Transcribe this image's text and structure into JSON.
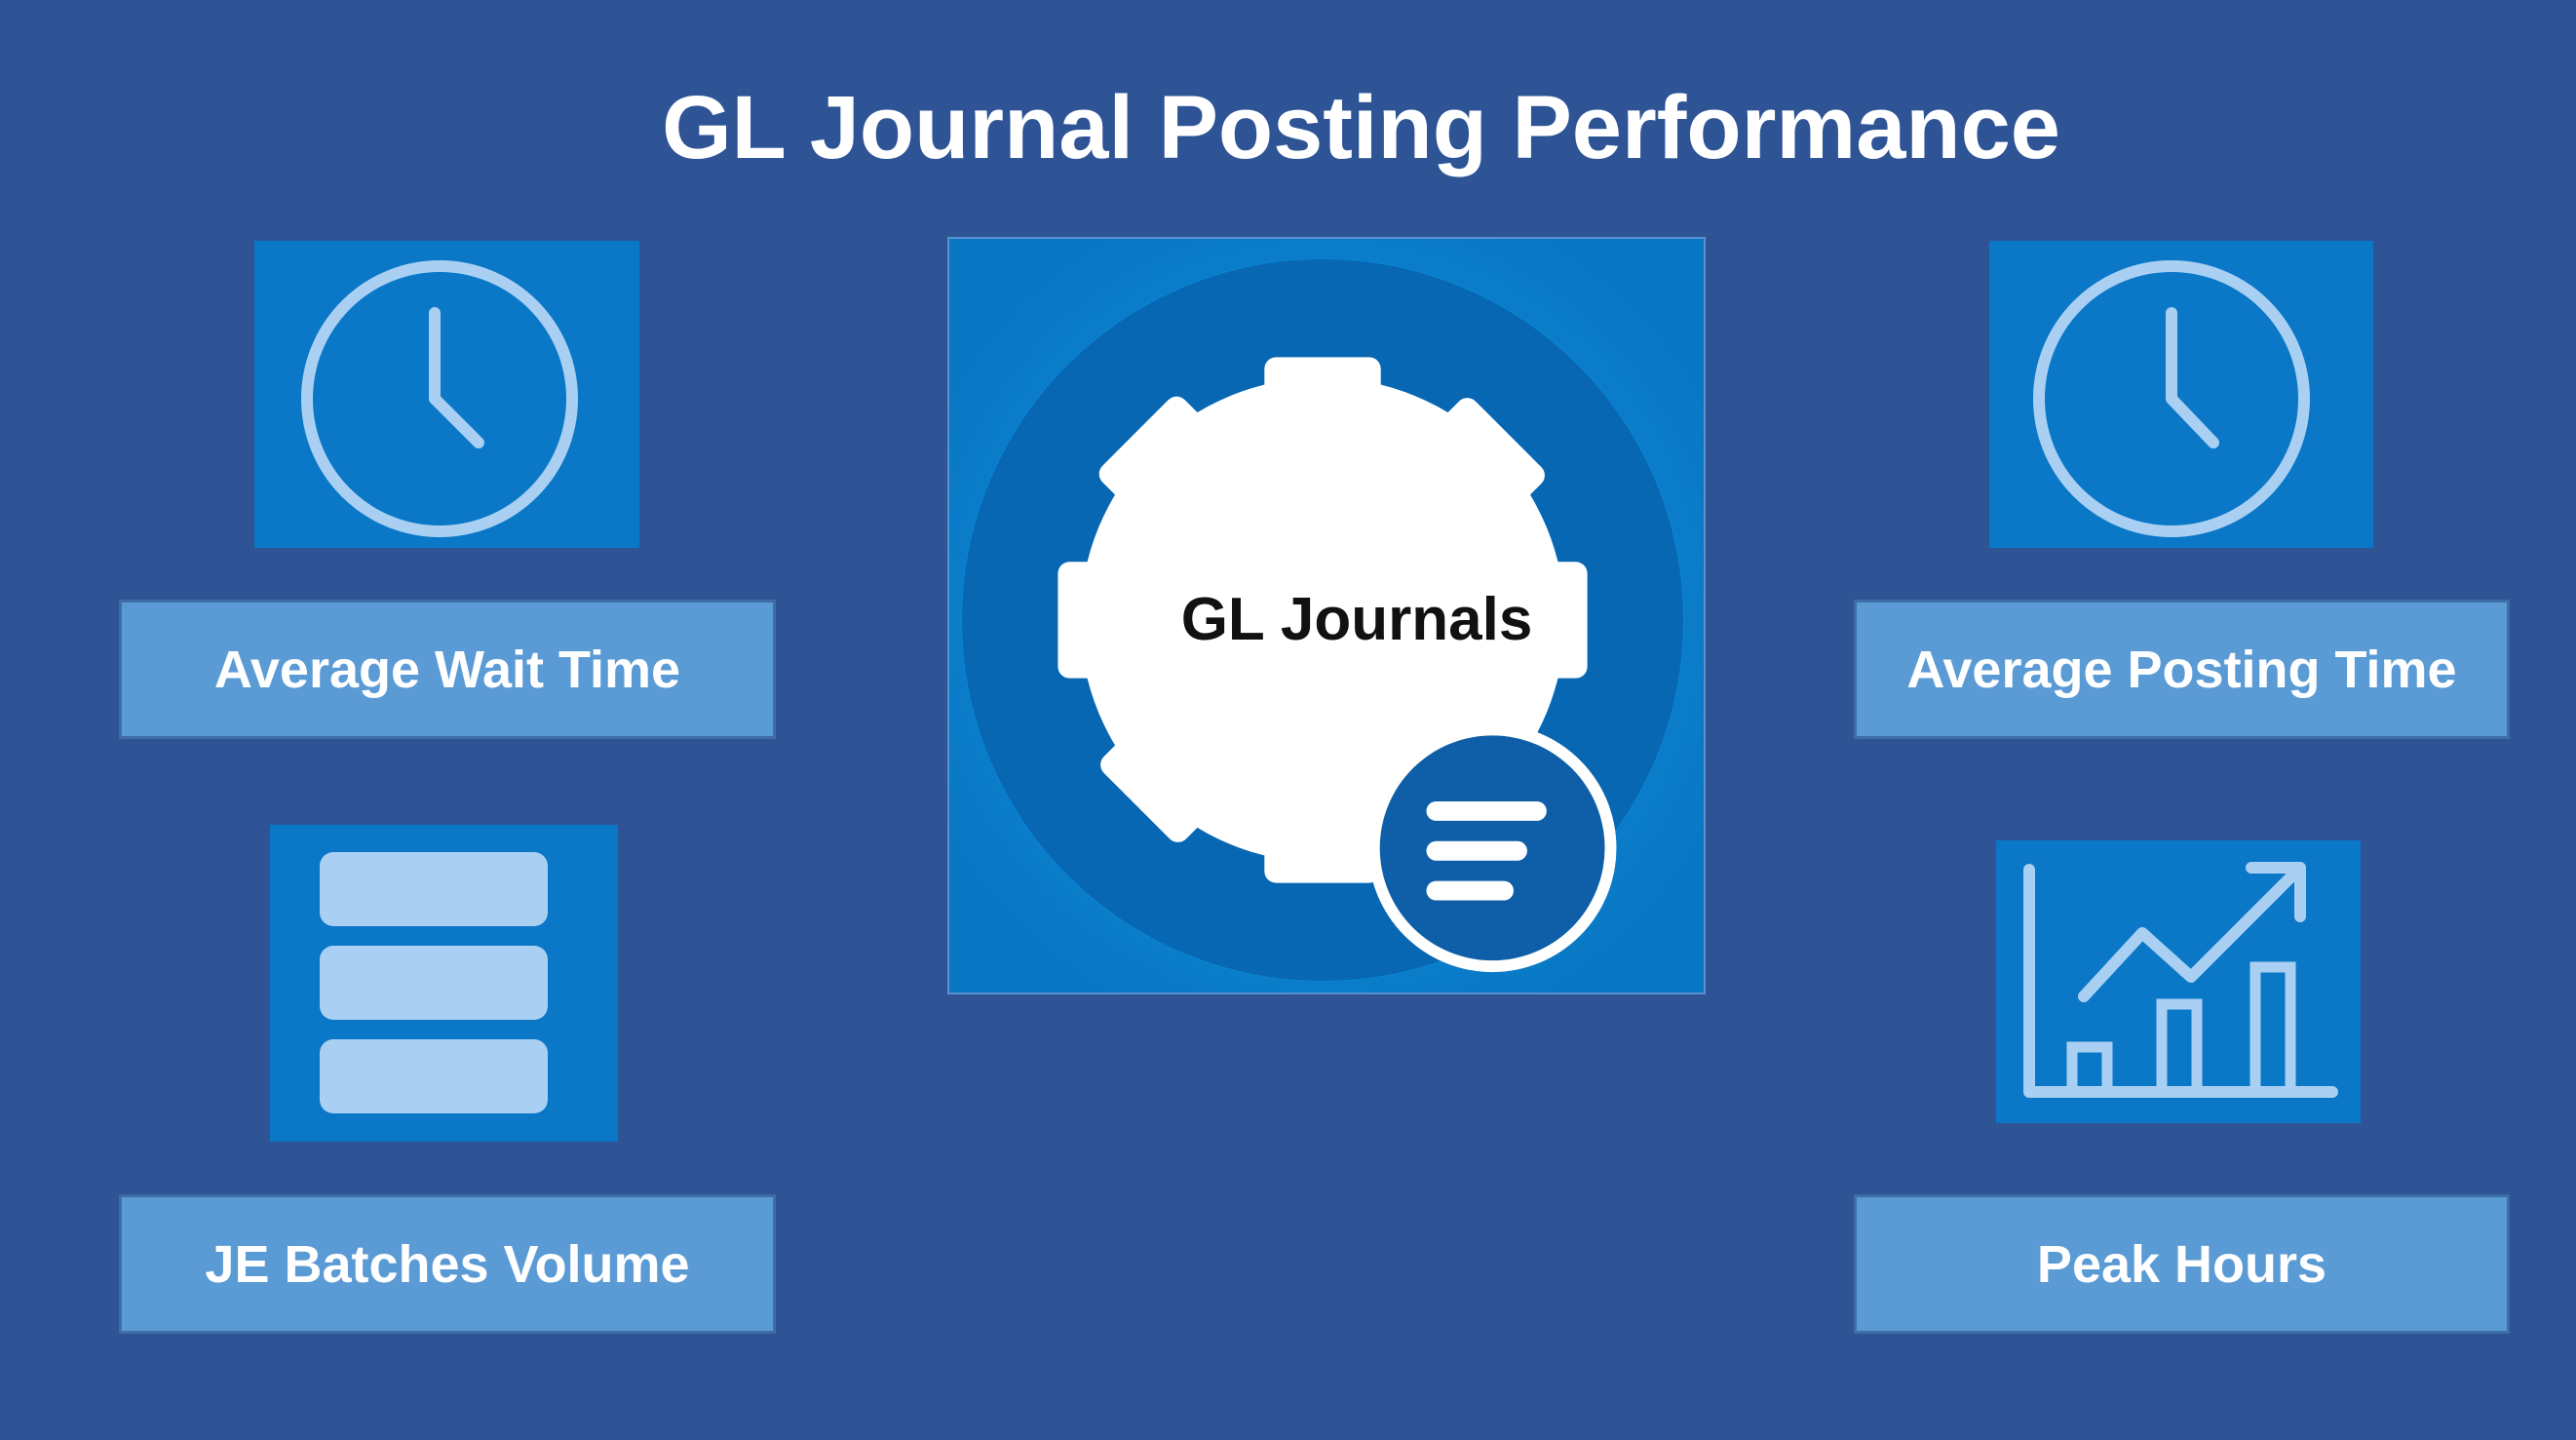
{
  "title": "GL Journal Posting Performance",
  "center": {
    "label": "GL Journals",
    "icon": "gear-icon"
  },
  "items": [
    {
      "label": "Average Wait Time",
      "icon": "clock-icon"
    },
    {
      "label": "Average Posting Time",
      "icon": "clock-icon"
    },
    {
      "label": "JE Batches Volume",
      "icon": "stacked-layers-icon"
    },
    {
      "label": "Peak Hours",
      "icon": "trending-bar-chart-icon"
    }
  ],
  "colors": {
    "background": "#2f5496",
    "tile": "#0a77c7",
    "label_box": "#5b9bd5",
    "icon_stroke": "#a9d0f2",
    "text": "#ffffff"
  }
}
